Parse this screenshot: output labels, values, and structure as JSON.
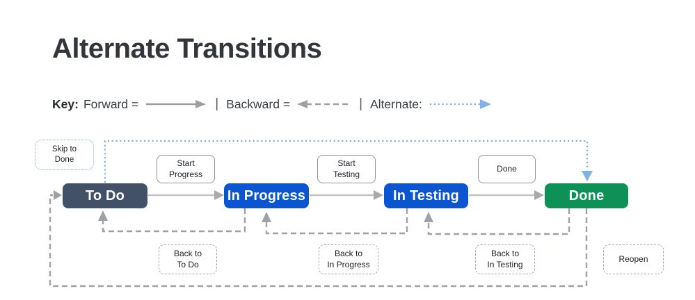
{
  "title": "Alternate Transitions",
  "key": {
    "label": "Key:",
    "forward": "Forward =",
    "separator": "|",
    "backward": "Backward =",
    "alternate": "Alternate:"
  },
  "colors": {
    "title_text": "#32363C",
    "forward_arrow": "#A9A9A9",
    "backward_arrow": "#9EA2A6",
    "alternate_arrow": "#7FB1E3",
    "state_todo": "#425167",
    "state_in_progress": "#0B55D0",
    "state_in_testing": "#0B55D0",
    "state_done": "#0E9157"
  },
  "diagram": {
    "states": [
      {
        "label": "To Do",
        "color": "#425167"
      },
      {
        "label": "In Progress",
        "color": "#0B55D0"
      },
      {
        "label": "In Testing",
        "color": "#0B55D0"
      },
      {
        "label": "Done",
        "color": "#0E9157"
      }
    ],
    "forward_transitions": [
      {
        "from": "To Do",
        "to": "In Progress",
        "label": "Start\nProgress"
      },
      {
        "from": "In Progress",
        "to": "In Testing",
        "label": "Start\nTesting"
      },
      {
        "from": "In Testing",
        "to": "Done",
        "label": "Done"
      }
    ],
    "backward_transitions": [
      {
        "from": "In Progress",
        "to": "To Do",
        "label": "Back to\nTo Do"
      },
      {
        "from": "In Testing",
        "to": "In Progress",
        "label": "Back to\nIn Progress"
      },
      {
        "from": "Done",
        "to": "In Testing",
        "label": "Back to\nIn Testing"
      },
      {
        "from": "Done",
        "to": "To Do",
        "label": "Reopen"
      }
    ],
    "alternate_transitions": [
      {
        "from": "To Do",
        "to": "Done",
        "label": "Skip to\nDone"
      }
    ]
  }
}
